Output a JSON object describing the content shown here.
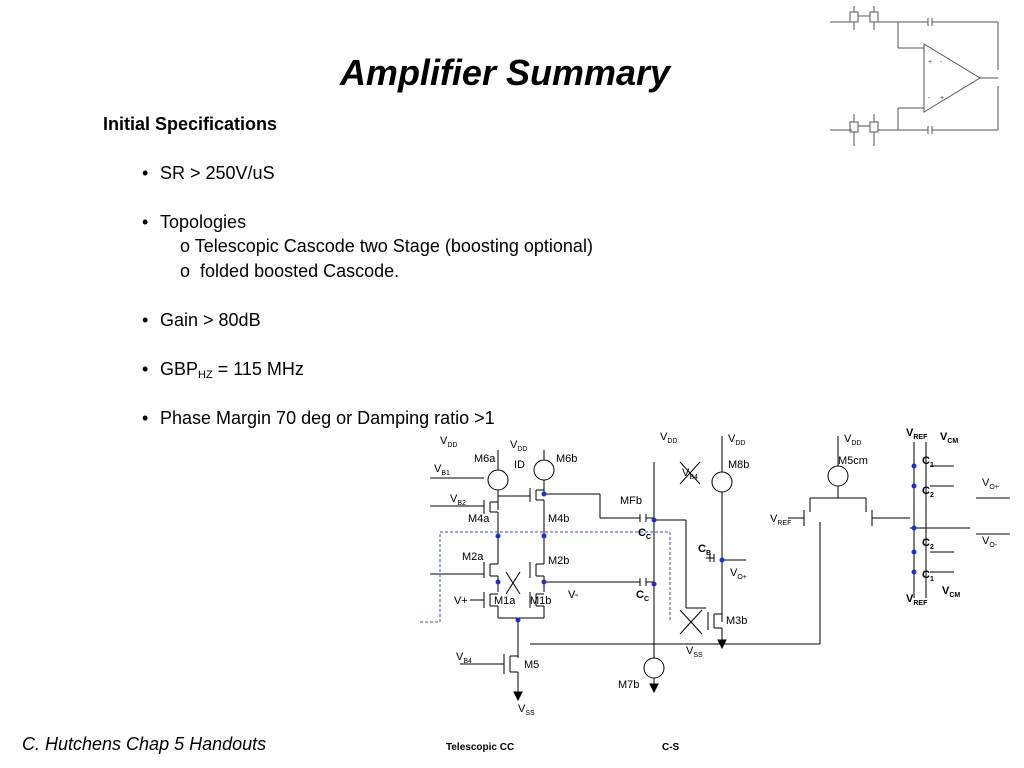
{
  "slide": {
    "title": "Amplifier Summary",
    "subheading": "Initial Specifications",
    "bullets": {
      "sr": "SR > 250V/uS",
      "topologies": "Topologies",
      "topo_a_marker": "o",
      "topo_a": "Telescopic Cascode two Stage (boosting optional)",
      "topo_b_marker": "o",
      "topo_b": "folded boosted Cascode.",
      "gain": "Gain > 80dB",
      "gbp_main": "GBP",
      "gbp_sub": "HZ",
      "gbp_value": "=  115 MHz",
      "phase": "Phase Margin 70 deg  or Damping ratio >1"
    },
    "bullet_glyph": "•",
    "footer": {
      "left": "C. Hutchens Chap 5 Handouts",
      "middle": "Telescopic CC",
      "right": "C-S"
    }
  },
  "schematic": {
    "labels": {
      "vdd1": "V",
      "vdd1_sub": "DD",
      "vdd2": "V",
      "vdd2_sub": "DD",
      "vdd3": "V",
      "vdd3_sub": "DD",
      "vdd4": "V",
      "vdd4_sub": "DD",
      "vdd5": "V",
      "vdd5_sub": "DD",
      "vb1": "V",
      "vb1_sub": "B1",
      "vb2": "V",
      "vb2_sub": "B2",
      "vb4": "V",
      "vb4_sub": "B4",
      "vb4b": "V",
      "vb4b_sub": "B4",
      "vss1": "V",
      "vss1_sub": "SS",
      "vss2": "V",
      "vss2_sub": "SS",
      "vref1": "V",
      "vref1_sub": "REF",
      "vref2": "V",
      "vref2_sub": "REF",
      "vref3": "V",
      "vref3_sub": "REF",
      "vcm1": "V",
      "vcm1_sub": "CM",
      "vcm2": "V",
      "vcm2_sub": "CM",
      "voplus": "V",
      "voplus_sub": "O+",
      "voplus2": "V",
      "voplus2_sub": "O+",
      "vominus": "V",
      "vominus_sub": "O-",
      "m6a": "M6a",
      "m6b": "M6b",
      "id": "ID",
      "m4a": "M4a",
      "m4b": "M4b",
      "m2a": "M2a",
      "m2b": "M2b",
      "m1a": "M1a",
      "m1b": "M1b",
      "m5": "M5",
      "mfb": "MFb",
      "m8b": "M8b",
      "m3b": "M3b",
      "m7b": "M7b",
      "m5cm": "M5cm",
      "vplus": "V+",
      "vminus": "V-",
      "cc1": "C",
      "cc1_sub": "C",
      "cc2": "C",
      "cc2_sub": "C",
      "cb": "C",
      "cb_sub": "B",
      "c1a": "C",
      "c1a_sub": "1",
      "c2a": "C",
      "c2a_sub": "2",
      "c2b": "C",
      "c2b_sub": "2",
      "c1b": "C",
      "c1b_sub": "1",
      "tiny_plus": "+",
      "tiny_minus": "-",
      "tiny_minus2": "-",
      "tiny_plus2": "+"
    }
  }
}
